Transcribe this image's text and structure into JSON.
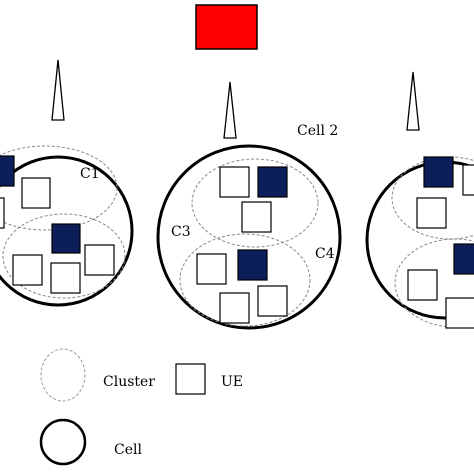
{
  "diagram": {
    "labels": {
      "cell2": "Cell 2",
      "c1": "C1",
      "c3": "C3",
      "c4": "C4"
    },
    "legend": {
      "cluster_label": "Cluster",
      "ue_label": "UE",
      "cell_label": "Cell"
    },
    "colors": {
      "server": "#ff0000",
      "active_ue": "#0c1f5a",
      "idle_ue": "#ffffff",
      "cell_stroke": "#000000",
      "cluster_stroke": "#888888"
    },
    "icons": {
      "server": "red-rectangle",
      "base_station": "antenna-triangle",
      "ue": "square",
      "cluster": "dashed-ellipse",
      "cell": "circle"
    }
  }
}
